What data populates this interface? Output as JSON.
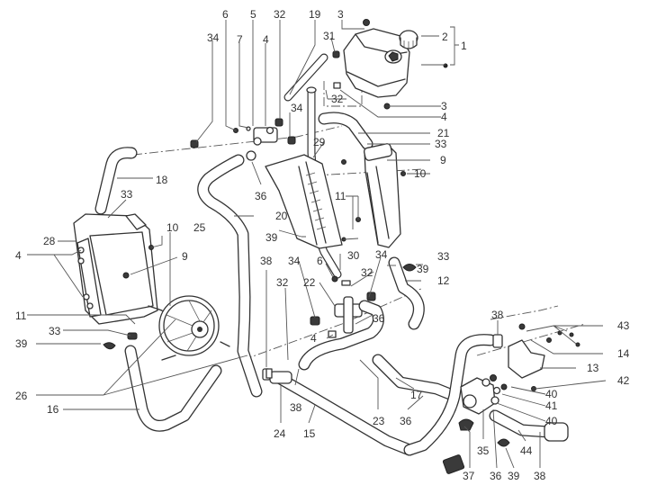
{
  "diagram": {
    "title": "Cooling system exploded parts diagram",
    "line_color": "#333333",
    "background": "#ffffff",
    "callouts": [
      {
        "id": "c6-top",
        "text": "6"
      },
      {
        "id": "c5-top",
        "text": "5"
      },
      {
        "id": "c32-top",
        "text": "32"
      },
      {
        "id": "c19",
        "text": "19"
      },
      {
        "id": "c3-top",
        "text": "3"
      },
      {
        "id": "c2",
        "text": "2"
      },
      {
        "id": "c1",
        "text": "1"
      },
      {
        "id": "c34-topleft",
        "text": "34"
      },
      {
        "id": "c7",
        "text": "7"
      },
      {
        "id": "c4-top",
        "text": "4"
      },
      {
        "id": "c31",
        "text": "31"
      },
      {
        "id": "c32-mid",
        "text": "32"
      },
      {
        "id": "c34-mid",
        "text": "34"
      },
      {
        "id": "c3-right",
        "text": "3"
      },
      {
        "id": "c4-right",
        "text": "4"
      },
      {
        "id": "c21",
        "text": "21"
      },
      {
        "id": "c29",
        "text": "29"
      },
      {
        "id": "c33-right",
        "text": "33"
      },
      {
        "id": "c9-right",
        "text": "9"
      },
      {
        "id": "c10-right",
        "text": "10"
      },
      {
        "id": "c18",
        "text": "18"
      },
      {
        "id": "c36-upper",
        "text": "36"
      },
      {
        "id": "c33-left",
        "text": "33"
      },
      {
        "id": "c11-center",
        "text": "11"
      },
      {
        "id": "c20",
        "text": "20"
      },
      {
        "id": "c10-left",
        "text": "10"
      },
      {
        "id": "c25",
        "text": "25"
      },
      {
        "id": "c28",
        "text": "28"
      },
      {
        "id": "c39-center",
        "text": "39"
      },
      {
        "id": "c9-left",
        "text": "9"
      },
      {
        "id": "c4-left",
        "text": "4"
      },
      {
        "id": "c30",
        "text": "30"
      },
      {
        "id": "c33-lowright",
        "text": "33"
      },
      {
        "id": "c38-mid",
        "text": "38"
      },
      {
        "id": "c34-low",
        "text": "34"
      },
      {
        "id": "c6-low",
        "text": "6"
      },
      {
        "id": "c34-low2",
        "text": "34"
      },
      {
        "id": "c39-right",
        "text": "39"
      },
      {
        "id": "c32-low",
        "text": "32"
      },
      {
        "id": "c12",
        "text": "12"
      },
      {
        "id": "c32-low2",
        "text": "32"
      },
      {
        "id": "c22",
        "text": "22"
      },
      {
        "id": "c11-left",
        "text": "11"
      },
      {
        "id": "c36-mid",
        "text": "36"
      },
      {
        "id": "c33-fan",
        "text": "33"
      },
      {
        "id": "c4-low",
        "text": "4"
      },
      {
        "id": "c38-right",
        "text": "38"
      },
      {
        "id": "c43",
        "text": "43"
      },
      {
        "id": "c39-left",
        "text": "39"
      },
      {
        "id": "c14",
        "text": "14"
      },
      {
        "id": "c13",
        "text": "13"
      },
      {
        "id": "c26",
        "text": "26"
      },
      {
        "id": "c17",
        "text": "17"
      },
      {
        "id": "c42",
        "text": "42"
      },
      {
        "id": "c40-a",
        "text": "40"
      },
      {
        "id": "c38-low",
        "text": "38"
      },
      {
        "id": "c41",
        "text": "41"
      },
      {
        "id": "c16",
        "text": "16"
      },
      {
        "id": "c23",
        "text": "23"
      },
      {
        "id": "c36-low",
        "text": "36"
      },
      {
        "id": "c40-b",
        "text": "40"
      },
      {
        "id": "c24",
        "text": "24"
      },
      {
        "id": "c15",
        "text": "15"
      },
      {
        "id": "c35",
        "text": "35"
      },
      {
        "id": "c44",
        "text": "44"
      },
      {
        "id": "c37",
        "text": "37"
      },
      {
        "id": "c36-bottom",
        "text": "36"
      },
      {
        "id": "c39-bottom",
        "text": "39"
      },
      {
        "id": "c38-bottom",
        "text": "38"
      }
    ]
  }
}
